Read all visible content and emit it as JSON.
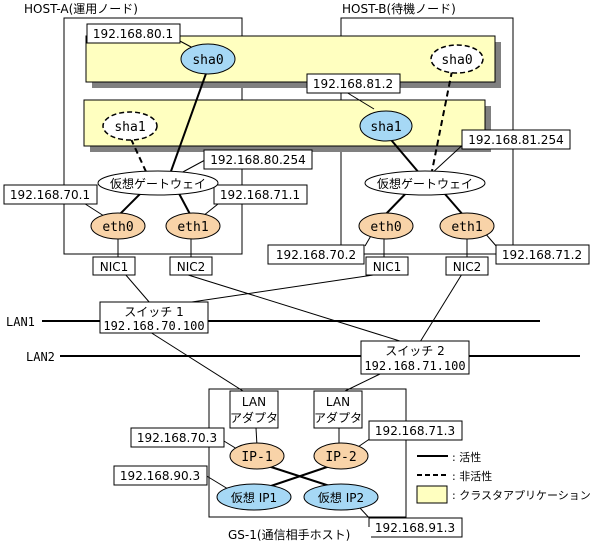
{
  "hosts": {
    "a_title": "HOST-A(運用ノード)",
    "b_title": "HOST-B(待機ノード)",
    "gs_title": "GS-1(通信相手ホスト)"
  },
  "interfaces": {
    "sha0_a": "sha0",
    "sha1_a": "sha1",
    "sha1_b": "sha1",
    "sha0_b": "sha0",
    "eth0_a": "eth0",
    "eth1_a": "eth1",
    "eth0_b": "eth0",
    "eth1_b": "eth1",
    "ip1": "IP-1",
    "ip2": "IP-2",
    "vip1": "仮想 IP1",
    "vip2": "仮想 IP2"
  },
  "gateways": {
    "a": "仮想ゲートウェイ",
    "b": "仮想ゲートウェイ"
  },
  "nics": {
    "a1": "NIC1",
    "a2": "NIC2",
    "b1": "NIC1",
    "b2": "NIC2"
  },
  "addresses": {
    "sha0_a": "192.168.80.1",
    "sha1_b": "192.168.81.2",
    "gw_a": "192.168.80.254",
    "gw_b": "192.168.81.254",
    "eth0_a": "192.168.70.1",
    "eth1_a": "192.168.71.1",
    "eth0_b": "192.168.70.2",
    "eth1_b": "192.168.71.2",
    "ip1": "192.168.70.3",
    "ip2": "192.168.71.3",
    "vip1": "192.168.90.3",
    "vip2": "192.168.91.3"
  },
  "networks": {
    "lan1": "LAN1",
    "lan2": "LAN2"
  },
  "switches": {
    "s1_name": "スイッチ 1",
    "s1_ip": "192.168.70.100",
    "s2_name": "スイッチ 2",
    "s2_ip": "192.168.71.100"
  },
  "adapters": {
    "lan_label": "LAN",
    "adapter_label": "アダプタ"
  },
  "legend": {
    "active": ": 活性",
    "inactive": ": 非活性",
    "cluster_app": ": クラスタアプリケーション"
  },
  "colors": {
    "cluster_app_fill": "#FFFFC0",
    "cluster_app_shadow": "#808080",
    "sha_fill": "#A6D8F5",
    "eth_fill": "#F8D3A8",
    "vip_fill": "#A6D8F5"
  }
}
